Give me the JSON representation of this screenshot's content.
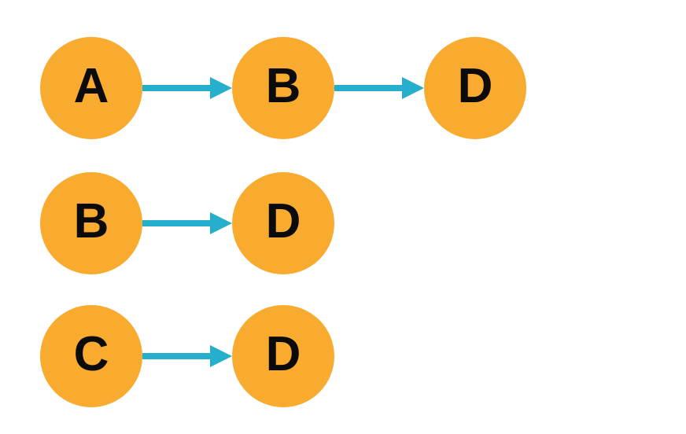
{
  "diagram": {
    "type": "directed-graph",
    "colors": {
      "background": "#FFFFFF",
      "node_fill": "#F8AB2E",
      "arrow": "#26AECD",
      "label": "#0B0B0B"
    },
    "rows": [
      {
        "nodes": [
          "A",
          "B",
          "D"
        ]
      },
      {
        "nodes": [
          "B",
          "D"
        ]
      },
      {
        "nodes": [
          "C",
          "D"
        ]
      }
    ],
    "edges": [
      {
        "from": "A",
        "to": "B"
      },
      {
        "from": "B",
        "to": "D"
      },
      {
        "from": "B",
        "to": "D"
      },
      {
        "from": "C",
        "to": "D"
      }
    ]
  }
}
